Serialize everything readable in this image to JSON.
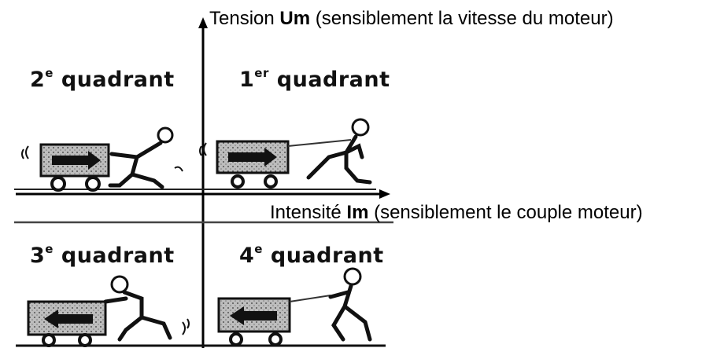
{
  "axes": {
    "y_label_pre": "Tension ",
    "y_label_bold": "Um",
    "y_label_post": "  (sensiblement la vitesse du moteur)",
    "x_label_pre": "Intensité ",
    "x_label_bold": "Im",
    "x_label_post": " (sensiblement le couple moteur)"
  },
  "quadrants": [
    {
      "num": "2",
      "sup": "e",
      "word": " quadrant"
    },
    {
      "num": "1",
      "sup": "er",
      "word": " quadrant"
    },
    {
      "num": "3",
      "sup": "e",
      "word": " quadrant"
    },
    {
      "num": "4",
      "sup": "e",
      "word": " quadrant"
    }
  ]
}
